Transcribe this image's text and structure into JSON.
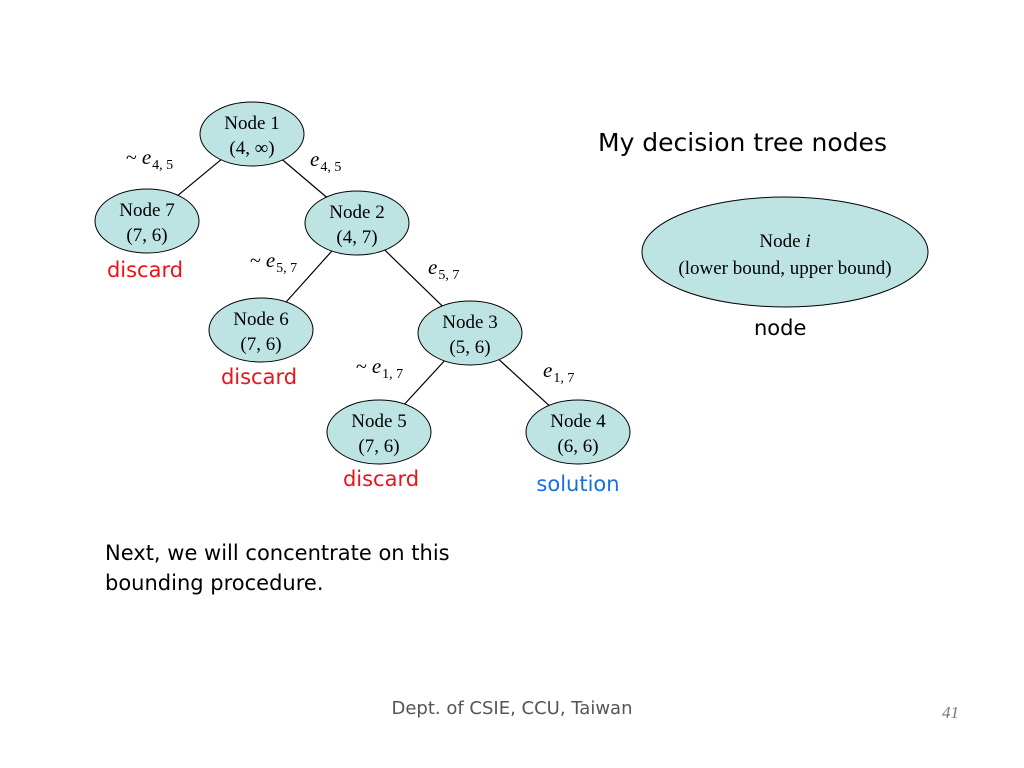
{
  "title": "My decision tree nodes",
  "colors": {
    "node_fill": "#bde3e3",
    "discard": "#e8141a",
    "solution": "#1a6fe0",
    "line": "#000000"
  },
  "nodes": [
    {
      "id": "node-1",
      "name": "Node 1",
      "bound": "(4, ∞)"
    },
    {
      "id": "node-2",
      "name": "Node 2",
      "bound": "(4, 7)"
    },
    {
      "id": "node-3",
      "name": "Node 3",
      "bound": "(5, 6)"
    },
    {
      "id": "node-4",
      "name": "Node 4",
      "bound": "(6, 6)",
      "status": "solution"
    },
    {
      "id": "node-5",
      "name": "Node 5",
      "bound": "(7, 6)",
      "status": "discard"
    },
    {
      "id": "node-6",
      "name": "Node 6",
      "bound": "(7, 6)",
      "status": "discard"
    },
    {
      "id": "node-7",
      "name": "Node 7",
      "bound": "(7, 6)",
      "status": "discard"
    }
  ],
  "edges": [
    {
      "from": "node-1",
      "to": "node-7",
      "prefix": "~ ",
      "var": "e",
      "sub": "4, 5"
    },
    {
      "from": "node-1",
      "to": "node-2",
      "prefix": "",
      "var": "e",
      "sub": "4, 5"
    },
    {
      "from": "node-2",
      "to": "node-6",
      "prefix": "~ ",
      "var": "e",
      "sub": "5, 7"
    },
    {
      "from": "node-2",
      "to": "node-3",
      "prefix": "",
      "var": "e",
      "sub": "5, 7"
    },
    {
      "from": "node-3",
      "to": "node-5",
      "prefix": "~ ",
      "var": "e",
      "sub": "1, 7"
    },
    {
      "from": "node-3",
      "to": "node-4",
      "prefix": "",
      "var": "e",
      "sub": "1, 7"
    }
  ],
  "legend": {
    "line1_prefix": "Node ",
    "line1_var": "i",
    "line2": "(lower bound, upper bound)",
    "caption": "node"
  },
  "body_text": "Next, we will concentrate on this bounding procedure.",
  "footer": "Dept. of CSIE, CCU, Taiwan",
  "page_number": "41"
}
